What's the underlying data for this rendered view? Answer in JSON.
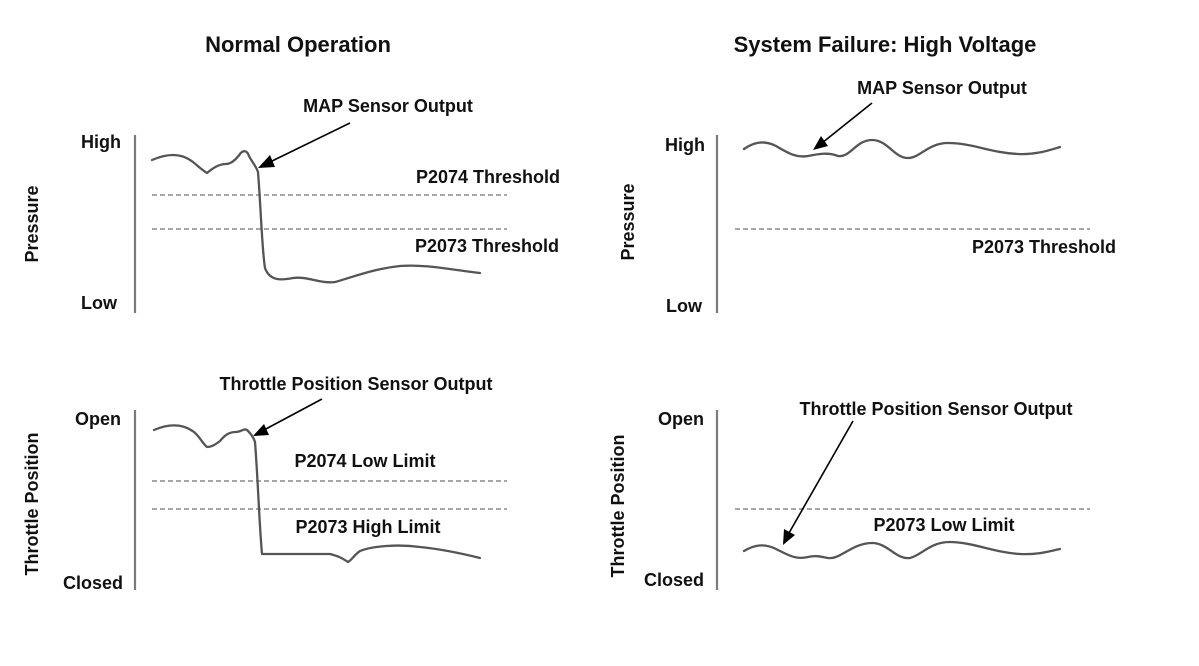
{
  "panels": {
    "normal": {
      "title": "Normal Operation",
      "pressure": {
        "axis_label": "Pressure",
        "high": "High",
        "low": "Low",
        "sensor_label": "MAP Sensor Output",
        "threshold_upper": "P2074 Threshold",
        "threshold_lower": "P2073 Threshold"
      },
      "throttle": {
        "axis_label": "Throttle Position",
        "high": "Open",
        "low": "Closed",
        "sensor_label": "Throttle Position Sensor Output",
        "limit_upper": "P2074 Low Limit",
        "limit_lower": "P2073 High Limit"
      }
    },
    "failure": {
      "title": "System Failure: High Voltage",
      "pressure": {
        "axis_label": "Pressure",
        "high": "High",
        "low": "Low",
        "sensor_label": "MAP Sensor Output",
        "threshold": "P2073 Threshold"
      },
      "throttle": {
        "axis_label": "Throttle Position",
        "high": "Open",
        "low": "Closed",
        "sensor_label": "Throttle Position Sensor Output",
        "limit": "P2073 Low Limit"
      }
    }
  },
  "colors": {
    "curve": "#555555",
    "axis": "#7a7a7a",
    "dashed_line": "#8a8a8a",
    "arrow": "#000000"
  }
}
